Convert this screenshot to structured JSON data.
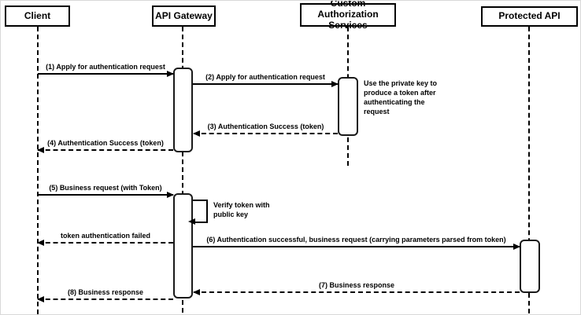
{
  "diagram_type": "sequence",
  "colors": {
    "line": "#000000",
    "background": "#ffffff",
    "box_fill": "#ffffff"
  },
  "actors": [
    {
      "label": "Client"
    },
    {
      "label": "API Gateway"
    },
    {
      "label": "Custom Authorization Services"
    },
    {
      "label": "Protected API"
    }
  ],
  "messages": [
    {
      "label": "(1) Apply for authentication request",
      "from": "Client",
      "to": "API Gateway",
      "style": "solid"
    },
    {
      "label": "(2) Apply for authentication request",
      "from": "API Gateway",
      "to": "Custom Authorization Services",
      "style": "solid"
    },
    {
      "label": "(3) Authentication Success (token)",
      "from": "Custom Authorization Services",
      "to": "API Gateway",
      "style": "dashed"
    },
    {
      "label": "(4) Authentication Success (token)",
      "from": "API Gateway",
      "to": "Client",
      "style": "dashed"
    },
    {
      "label": "(5) Business request (with Token)",
      "from": "Client",
      "to": "API Gateway",
      "style": "solid"
    },
    {
      "label": "token authentication failed",
      "from": "API Gateway",
      "to": "Client",
      "style": "dashed"
    },
    {
      "label": "(6) Authentication successful, business request (carrying parameters parsed from token)",
      "from": "API Gateway",
      "to": "Protected API",
      "style": "solid"
    },
    {
      "label": "(7) Business response",
      "from": "Protected API",
      "to": "API Gateway",
      "style": "dashed"
    },
    {
      "label": "(8) Business response",
      "from": "API Gateway",
      "to": "Client",
      "style": "dashed"
    }
  ],
  "self_message": {
    "label": "Verify token with public key",
    "actor": "API Gateway"
  },
  "notes": [
    {
      "label": "Use the private key to produce a token after authenticating the request",
      "attached_to": "Custom Authorization Services"
    }
  ]
}
